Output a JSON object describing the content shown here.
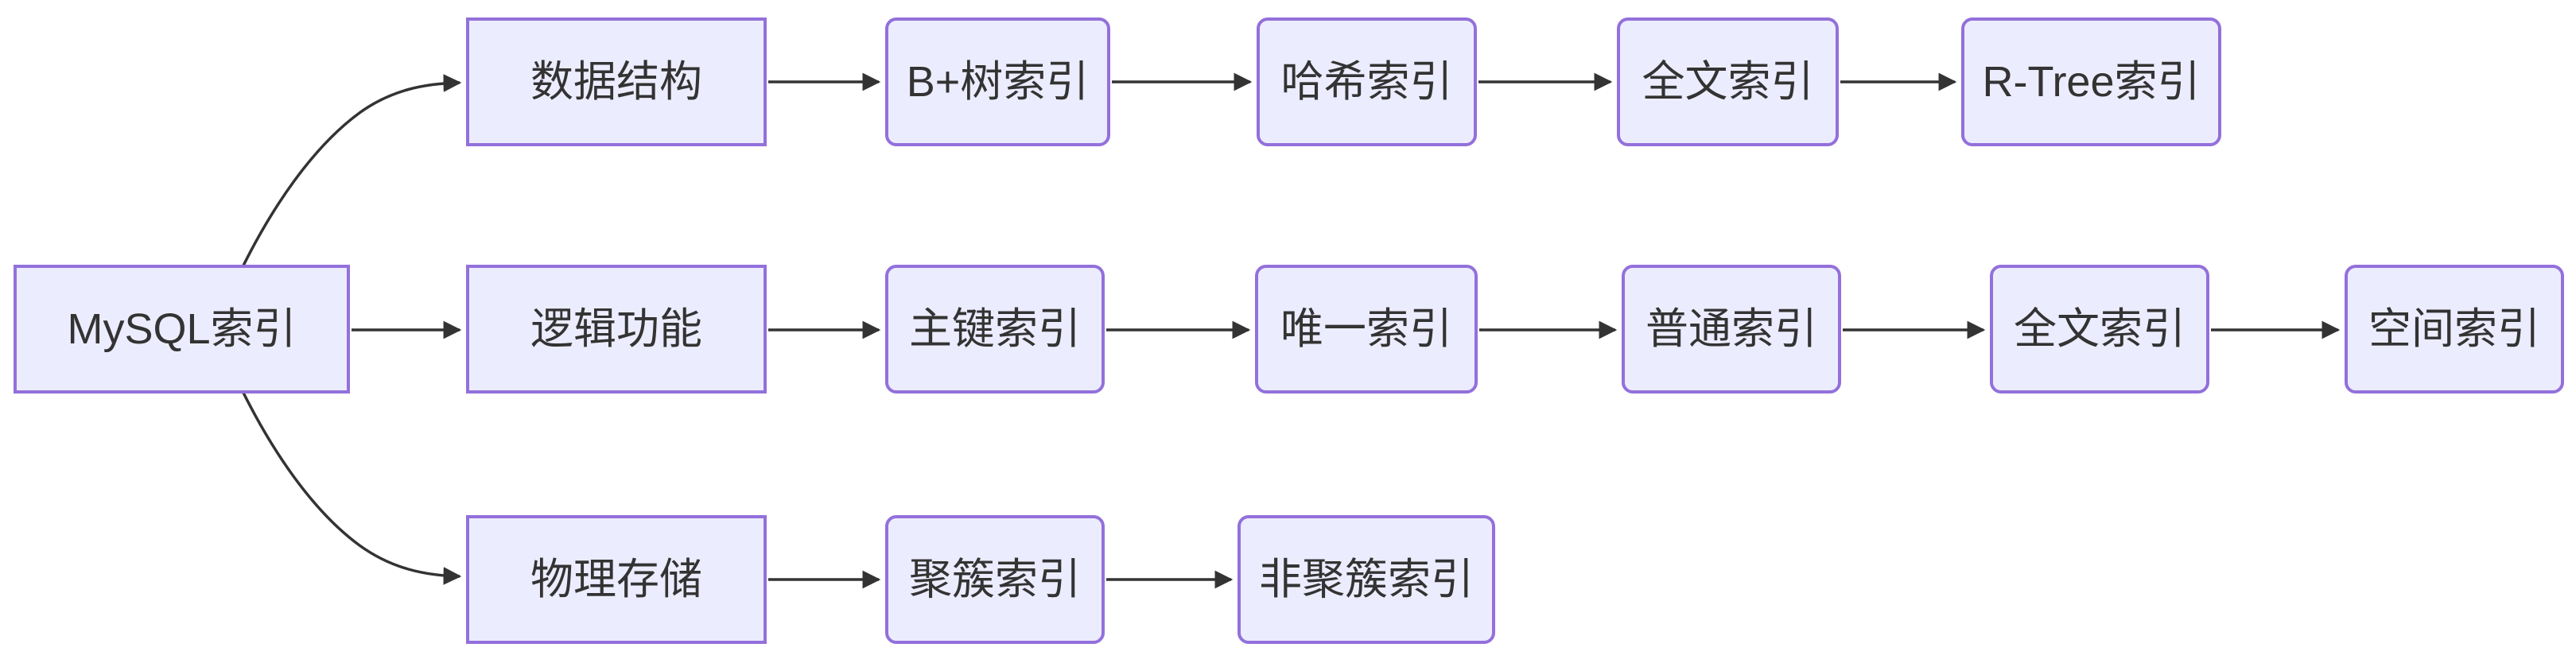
{
  "diagram": {
    "kind": "flowchart-left-to-right",
    "topic": "MySQL索引",
    "colors": {
      "node_fill": "#ECECFF",
      "node_border": "#9370DB",
      "edge_line": "#333333",
      "label_text": "#333333",
      "background": "#ffffff"
    },
    "nodes": {
      "root": {
        "label": "MySQL索引",
        "shape": "rect"
      },
      "ds": {
        "label": "数据结构",
        "shape": "rect"
      },
      "ds1": {
        "label": "B+树索引",
        "shape": "rounded"
      },
      "ds2": {
        "label": "哈希索引",
        "shape": "rounded"
      },
      "ds3": {
        "label": "全文索引",
        "shape": "rounded"
      },
      "ds4": {
        "label": "R-Tree索引",
        "shape": "rounded"
      },
      "lf": {
        "label": "逻辑功能",
        "shape": "rect"
      },
      "lf1": {
        "label": "主键索引",
        "shape": "rounded"
      },
      "lf2": {
        "label": "唯一索引",
        "shape": "rounded"
      },
      "lf3": {
        "label": "普通索引",
        "shape": "rounded"
      },
      "lf4": {
        "label": "全文索引",
        "shape": "rounded"
      },
      "lf5": {
        "label": "空间索引",
        "shape": "rounded"
      },
      "ps": {
        "label": "物理存储",
        "shape": "rect"
      },
      "ps1": {
        "label": "聚簇索引",
        "shape": "rounded"
      },
      "ps2": {
        "label": "非聚簇索引",
        "shape": "rounded"
      }
    },
    "edges": [
      {
        "from": "MySQL索引",
        "to": "数据结构"
      },
      {
        "from": "MySQL索引",
        "to": "逻辑功能"
      },
      {
        "from": "MySQL索引",
        "to": "物理存储"
      },
      {
        "from": "数据结构",
        "to": "B+树索引"
      },
      {
        "from": "B+树索引",
        "to": "哈希索引"
      },
      {
        "from": "哈希索引",
        "to": "全文索引"
      },
      {
        "from": "全文索引",
        "to": "R-Tree索引"
      },
      {
        "from": "逻辑功能",
        "to": "主键索引"
      },
      {
        "from": "主键索引",
        "to": "唯一索引"
      },
      {
        "from": "唯一索引",
        "to": "普通索引"
      },
      {
        "from": "普通索引",
        "to": "全文索引"
      },
      {
        "from": "全文索引",
        "to": "空间索引"
      },
      {
        "from": "物理存储",
        "to": "聚簇索引"
      },
      {
        "from": "聚簇索引",
        "to": "非聚簇索引"
      }
    ]
  }
}
